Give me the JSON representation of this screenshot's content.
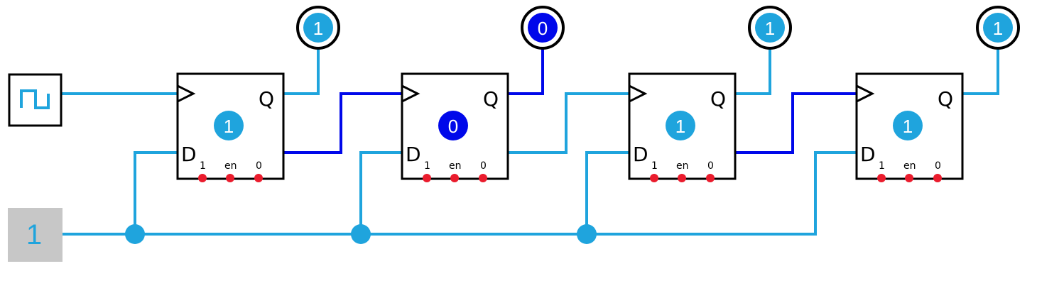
{
  "colors": {
    "wire_high": "#1fa4dd",
    "wire_low": "#0008ea",
    "pin_dot": "#ea1c2d",
    "const_bg": "#c7c7c7",
    "outline": "#000000"
  },
  "clock_source": {
    "icon": "square-wave-icon"
  },
  "constant_input": {
    "value": "1"
  },
  "flipflop_labels": {
    "q": "Q",
    "d": "D",
    "set": "1",
    "enable": "en",
    "reset": "0"
  },
  "flipflops": [
    {
      "state": "1"
    },
    {
      "state": "0"
    },
    {
      "state": "1"
    },
    {
      "state": "1"
    }
  ],
  "outputs": [
    {
      "value": "1"
    },
    {
      "value": "0"
    },
    {
      "value": "1"
    },
    {
      "value": "1"
    }
  ]
}
